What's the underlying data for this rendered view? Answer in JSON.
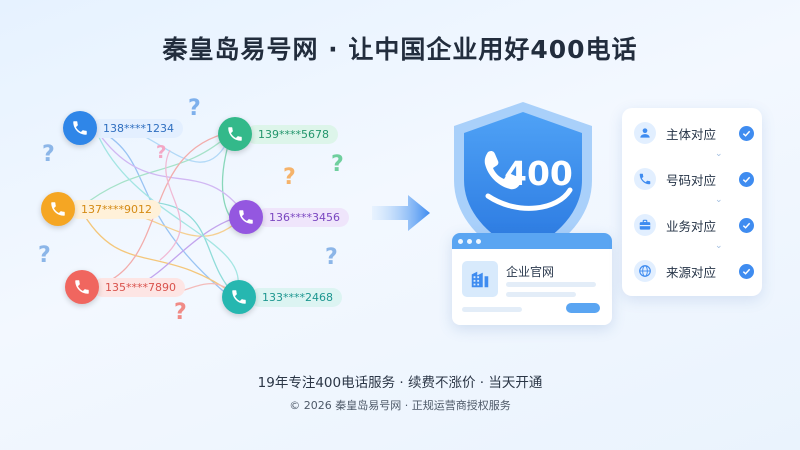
{
  "header": {
    "title": "秦皇岛易号网 · 让中国企业用好400电话"
  },
  "phones": [
    {
      "number": "138****1234",
      "color": "#2f86e8",
      "pill_bg": "#e3efff",
      "text_color": "#2f6fc0"
    },
    {
      "number": "139****5678",
      "color": "#33b98a",
      "pill_bg": "#ddf5ea",
      "text_color": "#23966c"
    },
    {
      "number": "137****9012",
      "color": "#f5a623",
      "pill_bg": "#fff1d9",
      "text_color": "#d48a14"
    },
    {
      "number": "136****3456",
      "color": "#9457e0",
      "pill_bg": "#efe5fb",
      "text_color": "#7a46c0"
    },
    {
      "number": "135****7890",
      "color": "#f0665f",
      "pill_bg": "#fde5e4",
      "text_color": "#d9534d"
    },
    {
      "number": "133****2468",
      "color": "#26b7b0",
      "pill_bg": "#dcf4f2",
      "text_color": "#1d9690"
    }
  ],
  "shield": {
    "label": "400"
  },
  "site": {
    "name": "企业官网"
  },
  "checklist": [
    {
      "label": "主体对应",
      "icon": "user-icon"
    },
    {
      "label": "号码对应",
      "icon": "phone-icon"
    },
    {
      "label": "业务对应",
      "icon": "briefcase-icon"
    },
    {
      "label": "来源对应",
      "icon": "globe-icon"
    }
  ],
  "slogan": "19年专注400电话服务 · 续费不涨价 · 当天开通",
  "footer": "© 2026 秦皇岛易号网 · 正规运营商授权服务",
  "colors": {
    "accent": "#3f8cf0",
    "shield": "#2f86e8",
    "title": "#222d3d"
  }
}
